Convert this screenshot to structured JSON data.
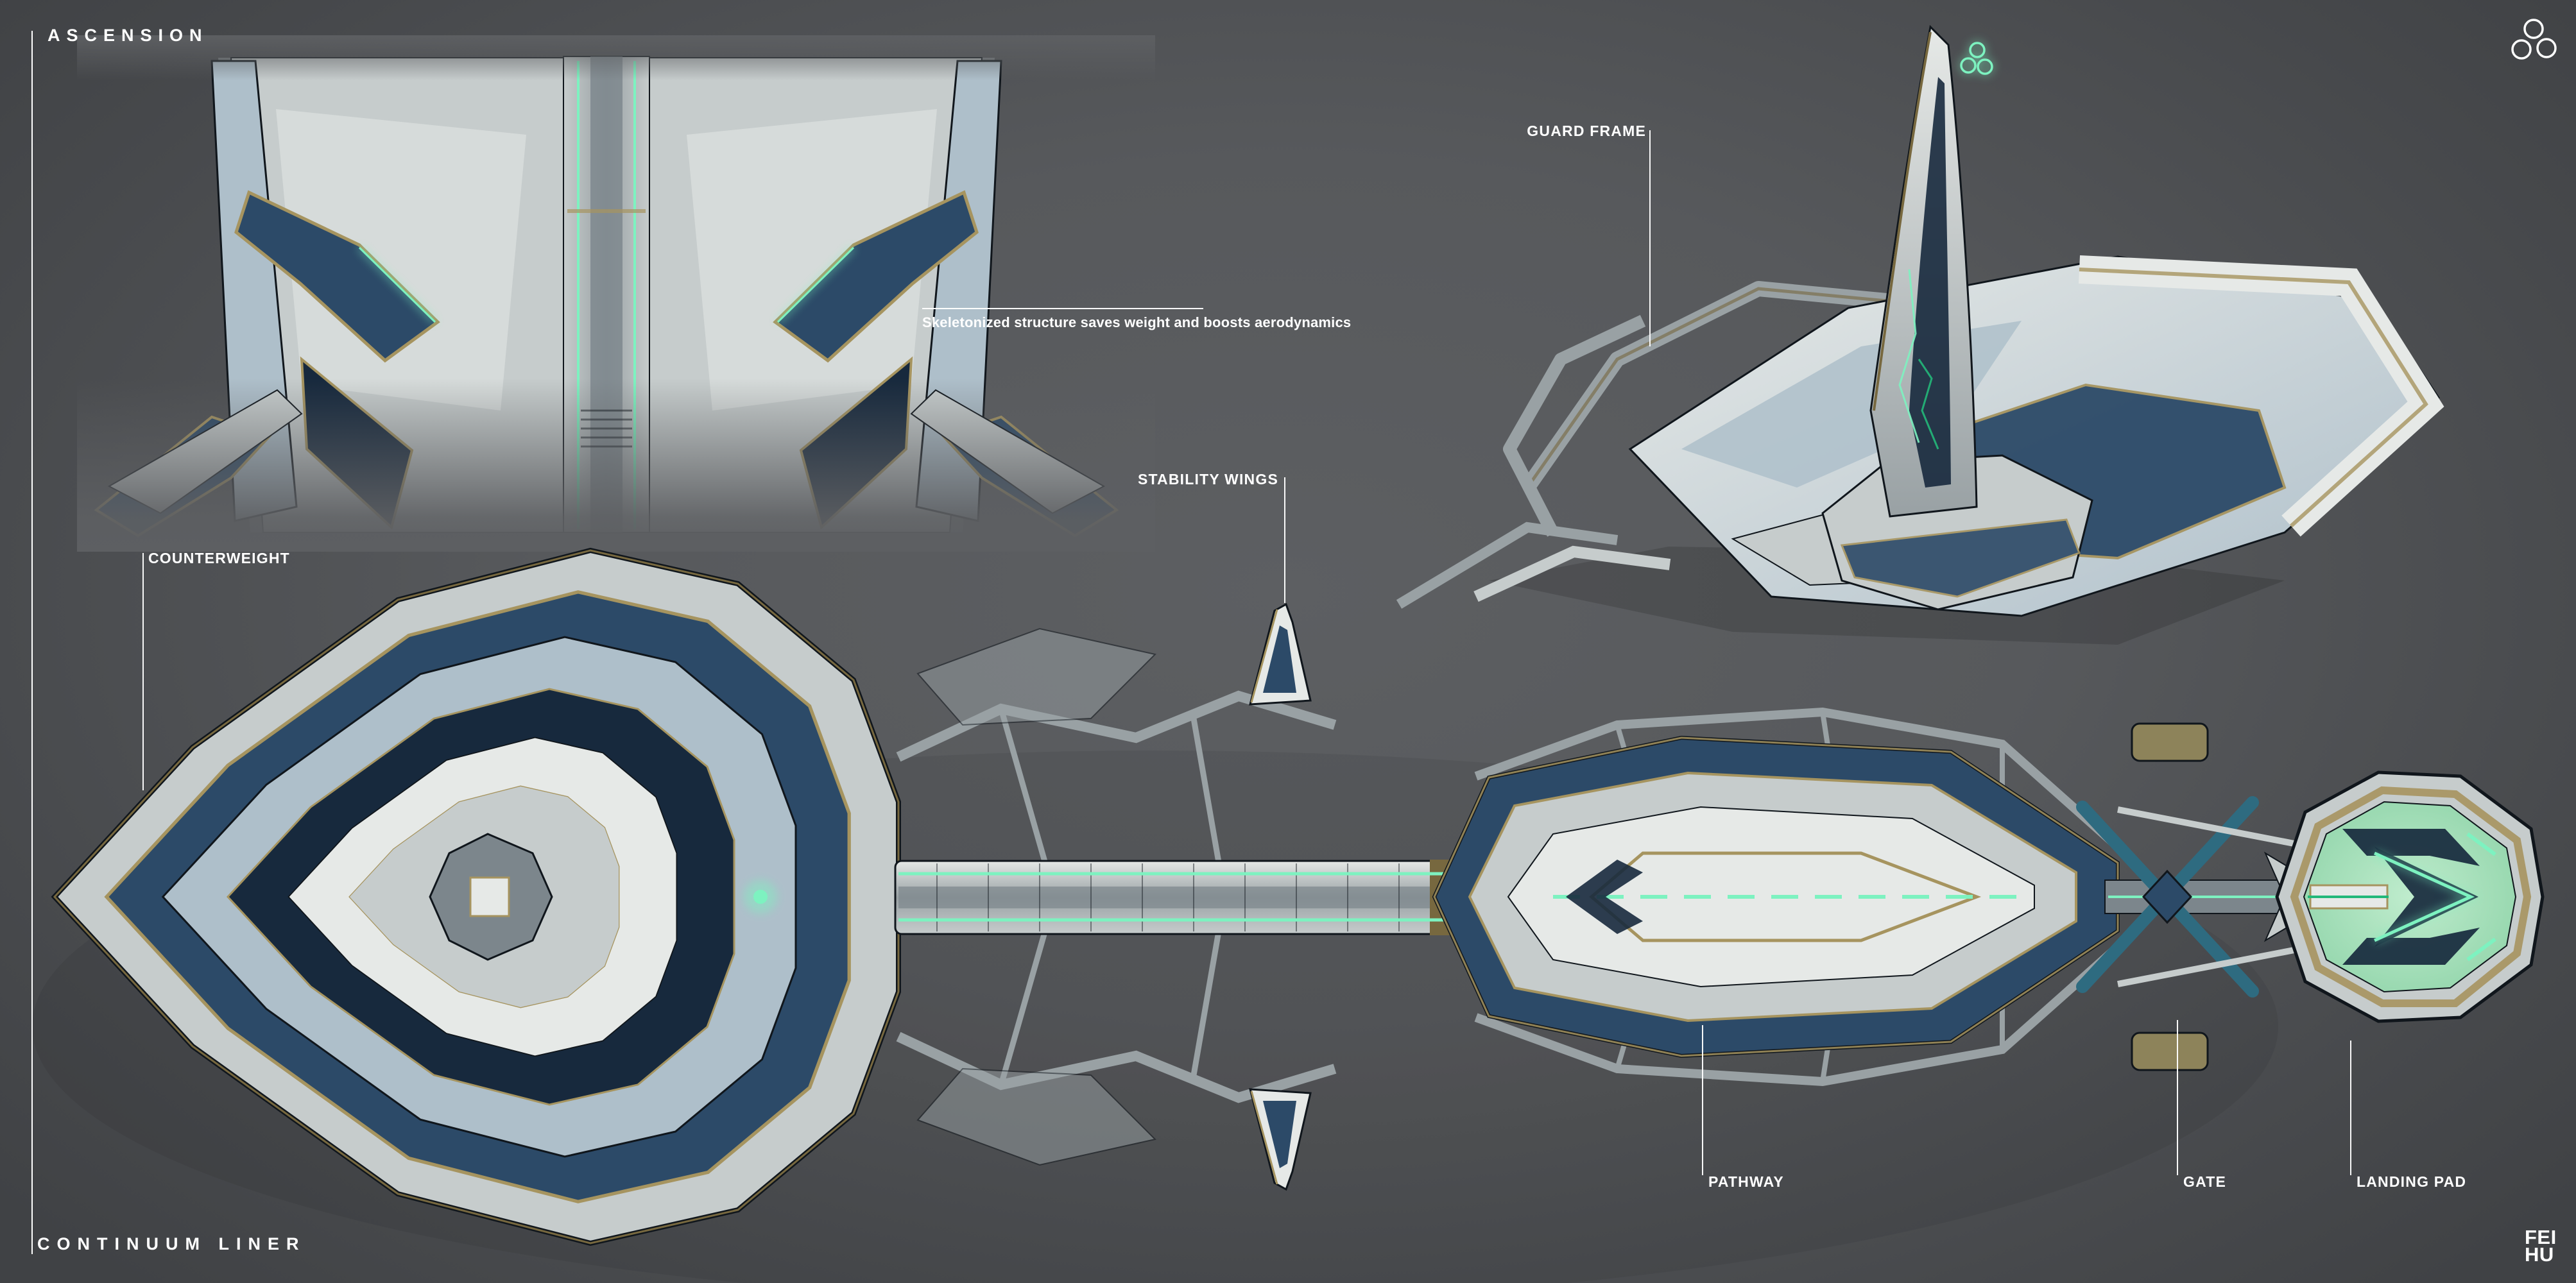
{
  "sheet": {
    "project_title": "ASCENSION",
    "subject_title": "CONTINUUM LINER"
  },
  "branding": {
    "corner_logo_icon": "triple-ring-icon",
    "studio_mark": {
      "line1": "FEI",
      "line2": "HU"
    }
  },
  "callouts": {
    "guard_frame": "GUARD FRAME",
    "skeleton_note": "Skeletonized structure saves weight and boosts aerodynamics",
    "stability_wings": "STABILITY WINGS",
    "counterweight": "COUNTERWEIGHT",
    "pathway": "PATHWAY",
    "gate": "GATE",
    "landing_pad": "LANDING PAD"
  },
  "palette": {
    "bg-center": "#5d5f62",
    "bg-edge": "#47494c",
    "ink": "#10161c",
    "white-hi": "#e6e9e7",
    "white-mid": "#c6cccc",
    "white-lo": "#99a1a4",
    "ice": "#aebfca",
    "steel": "#7c868c",
    "navy": "#2c4a68",
    "navy-deep": "#17293d",
    "teal-panel": "#2e6b80",
    "gold": "#a6945f",
    "gold-dark": "#77683f",
    "olive": "#8d835a",
    "glow": "#7df2c0",
    "glow-deep": "#23b879",
    "pad-green": "#bfeccd",
    "pad-green-deep": "#8ed3a8",
    "label": "#ffffff"
  }
}
